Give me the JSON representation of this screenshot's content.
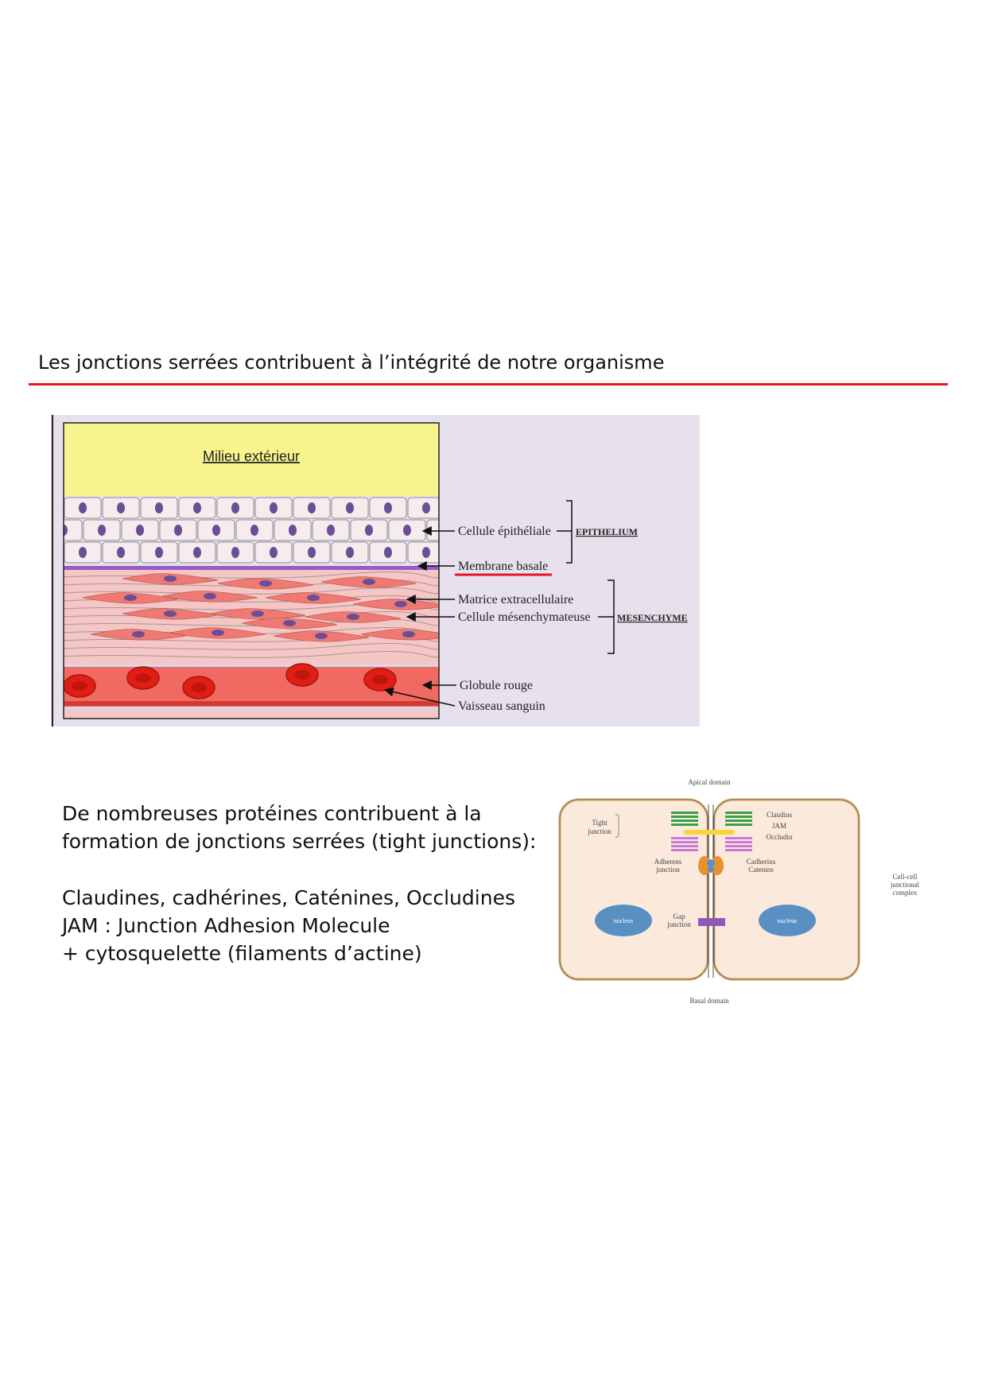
{
  "header": {
    "title": "Les jonctions serrées contribuent à l’intégrité de notre organisme"
  },
  "figure_tissue": {
    "top_label": "Milieu extérieur",
    "labels": {
      "epithelial_cell": "Cellule épithéliale",
      "basement_membrane": "Membrane basale",
      "ecm": "Matrice extracellulaire",
      "mesenchymal_cell": "Cellule mésenchymateuse",
      "red_blood_cell": "Globule rouge",
      "blood_vessel": "Vaisseau sanguin"
    },
    "groups": {
      "epithelium": "EPITHELIUM",
      "mesenchyme": "MESENCHYME"
    }
  },
  "figure_junctions": {
    "apical": "Apical domain",
    "basal": "Basal domain",
    "tight_1": "Tight",
    "tight_2": "junction",
    "adherens_1": "Adherens",
    "adherens_2": "junction",
    "gap_1": "Gap",
    "gap_2": "junction",
    "claudins": "Claudins",
    "jam": "JAM",
    "occludin": "Occludin",
    "cadherins": "Cadherins",
    "catenins": "Catenins",
    "complex_1": "Cell-cell",
    "complex_2": "junctional",
    "complex_3": "complex",
    "nucleus_left": "nucleus",
    "nucleus_right": "nucleus"
  },
  "body": {
    "line1": "De nombreuses protéines contribuent à la",
    "line2": "formation de jonctions serrées (tight junctions):",
    "line3": "Claudines, cadhérines, Caténines, Occludines",
    "line4": "JAM : Junction Adhesion Molecule",
    "line5": "+ cytosquelette (filaments d’actine)"
  },
  "colors": {
    "accent_red": "#e8141e",
    "outside_yellow": "#f7f48e",
    "mesenchyme_pink": "#f6c6c4",
    "vessel_red": "#f06a62",
    "nucleus_purple": "#6a4f96",
    "cell_beige": "#fbe9dc",
    "nucleus_blue": "#5a8fc4"
  }
}
